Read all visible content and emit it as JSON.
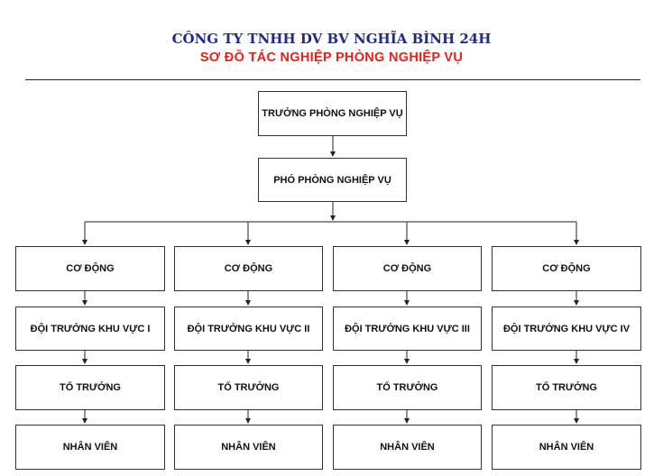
{
  "header": {
    "company": "CÔNG TY TNHH DV BV NGHĨA BÌNH 24H",
    "title": "SƠ ĐỒ TÁC NGHIỆP PHÒNG NGHIỆP VỤ"
  },
  "chart": {
    "head": "TRƯỞNG PHÒNG NGHIỆP VỤ",
    "deputy": "PHÓ PHÒNG NGHIỆP VỤ",
    "columns": [
      {
        "mobile": "CƠ ĐỘNG",
        "leader": "ĐỘI TRƯỞNG KHU VỰC I",
        "group": "TỔ TRƯỞNG",
        "staff": "NHÂN VIÊN"
      },
      {
        "mobile": "CƠ ĐỘNG",
        "leader": "ĐỘI TRƯỞNG KHU VỰC II",
        "group": "TỔ TRƯỞNG",
        "staff": "NHÂN VIÊN"
      },
      {
        "mobile": "CƠ ĐỘNG",
        "leader": "ĐỘI TRƯỞNG KHU VỰC III",
        "group": "TỔ TRƯỞNG",
        "staff": "NHÂN VIÊN"
      },
      {
        "mobile": "CƠ ĐỘNG",
        "leader": "ĐỘI TRƯỞNG KHU VỰC IV",
        "group": "TỔ TRƯỞNG",
        "staff": "NHÂN VIÊN"
      }
    ]
  }
}
